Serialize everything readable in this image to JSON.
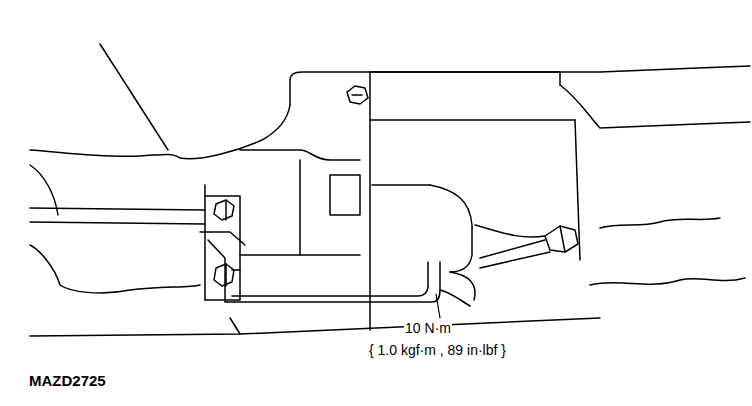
{
  "diagram": {
    "labels": [
      "10 N·m",
      "{ 1.0 kgf·m , 89 in·lbf }",
      "MAZD2725"
    ]
  }
}
